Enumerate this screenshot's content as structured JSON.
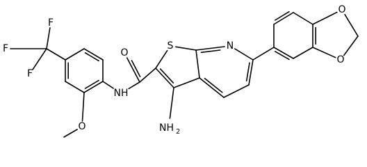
{
  "atom_labels": {
    "f_top": "F",
    "f_left": "F",
    "f_bottom": "F",
    "oxygen_carbonyl": "O",
    "sulfur": "S",
    "nitrogen_ring": "N",
    "nitrogen_amide": "NH",
    "amino": "NH",
    "amino_subscript": "2",
    "oxygen_methoxy": "O",
    "oxygen_dioxole_top": "O",
    "oxygen_dioxole_bottom": "O"
  },
  "colors": {
    "ink": "#000000",
    "background": "#ffffff"
  }
}
